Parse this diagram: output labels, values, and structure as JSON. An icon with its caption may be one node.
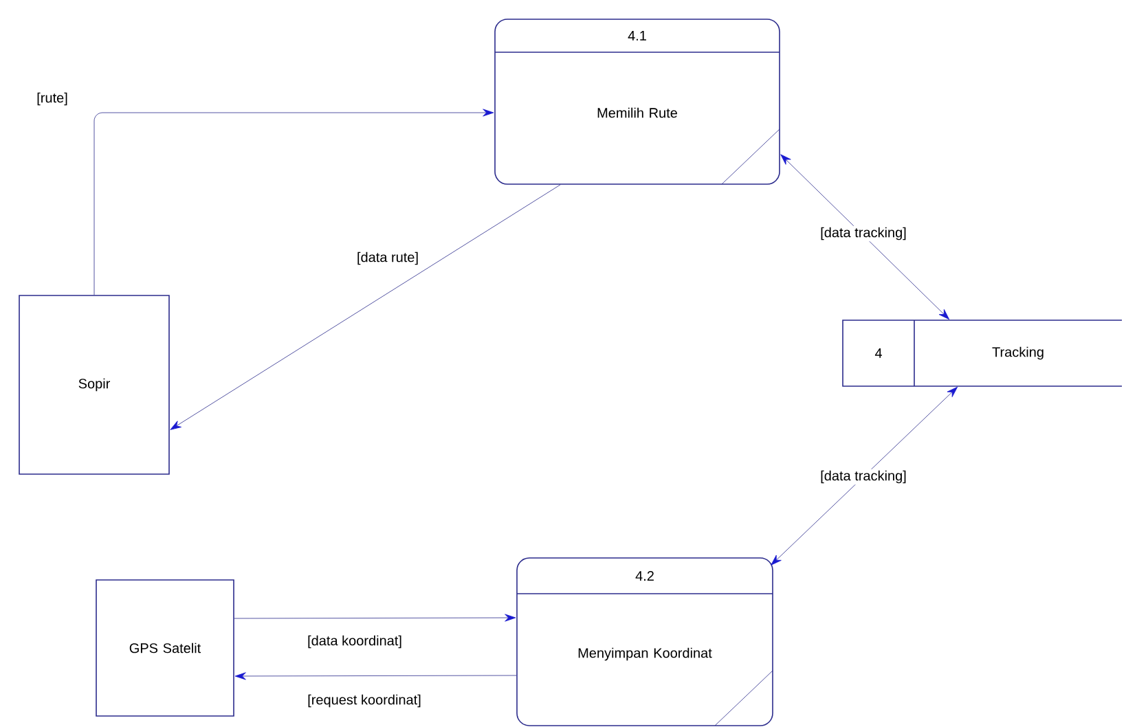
{
  "diagram": {
    "nodes": [
      {
        "text": [
          "4.1",
          "Memilih Rute"
        ]
      },
      {
        "text": [
          "Sopir"
        ]
      },
      {
        "text": [
          "4",
          "Tracking"
        ]
      },
      {
        "text": [
          "4.2",
          "Menyimpan Koordinat"
        ]
      },
      {
        "text": [
          "GPS Satelit"
        ]
      }
    ],
    "edges": [
      {
        "from": 1,
        "to": 0,
        "arrow": "to",
        "label": "[rute]"
      },
      {
        "from": 0,
        "to": 1,
        "arrow": "to",
        "label": "[data rute]"
      },
      {
        "from": 0,
        "to": 2,
        "arrow": "both",
        "label": "[data tracking]"
      },
      {
        "from": 2,
        "to": 3,
        "arrow": "both",
        "label": "[data tracking]"
      },
      {
        "from": 4,
        "to": 3,
        "arrow": "to",
        "label": "[data koordinat]"
      },
      {
        "from": 3,
        "to": 4,
        "arrow": "to",
        "label": "[request koordinat]"
      }
    ]
  }
}
